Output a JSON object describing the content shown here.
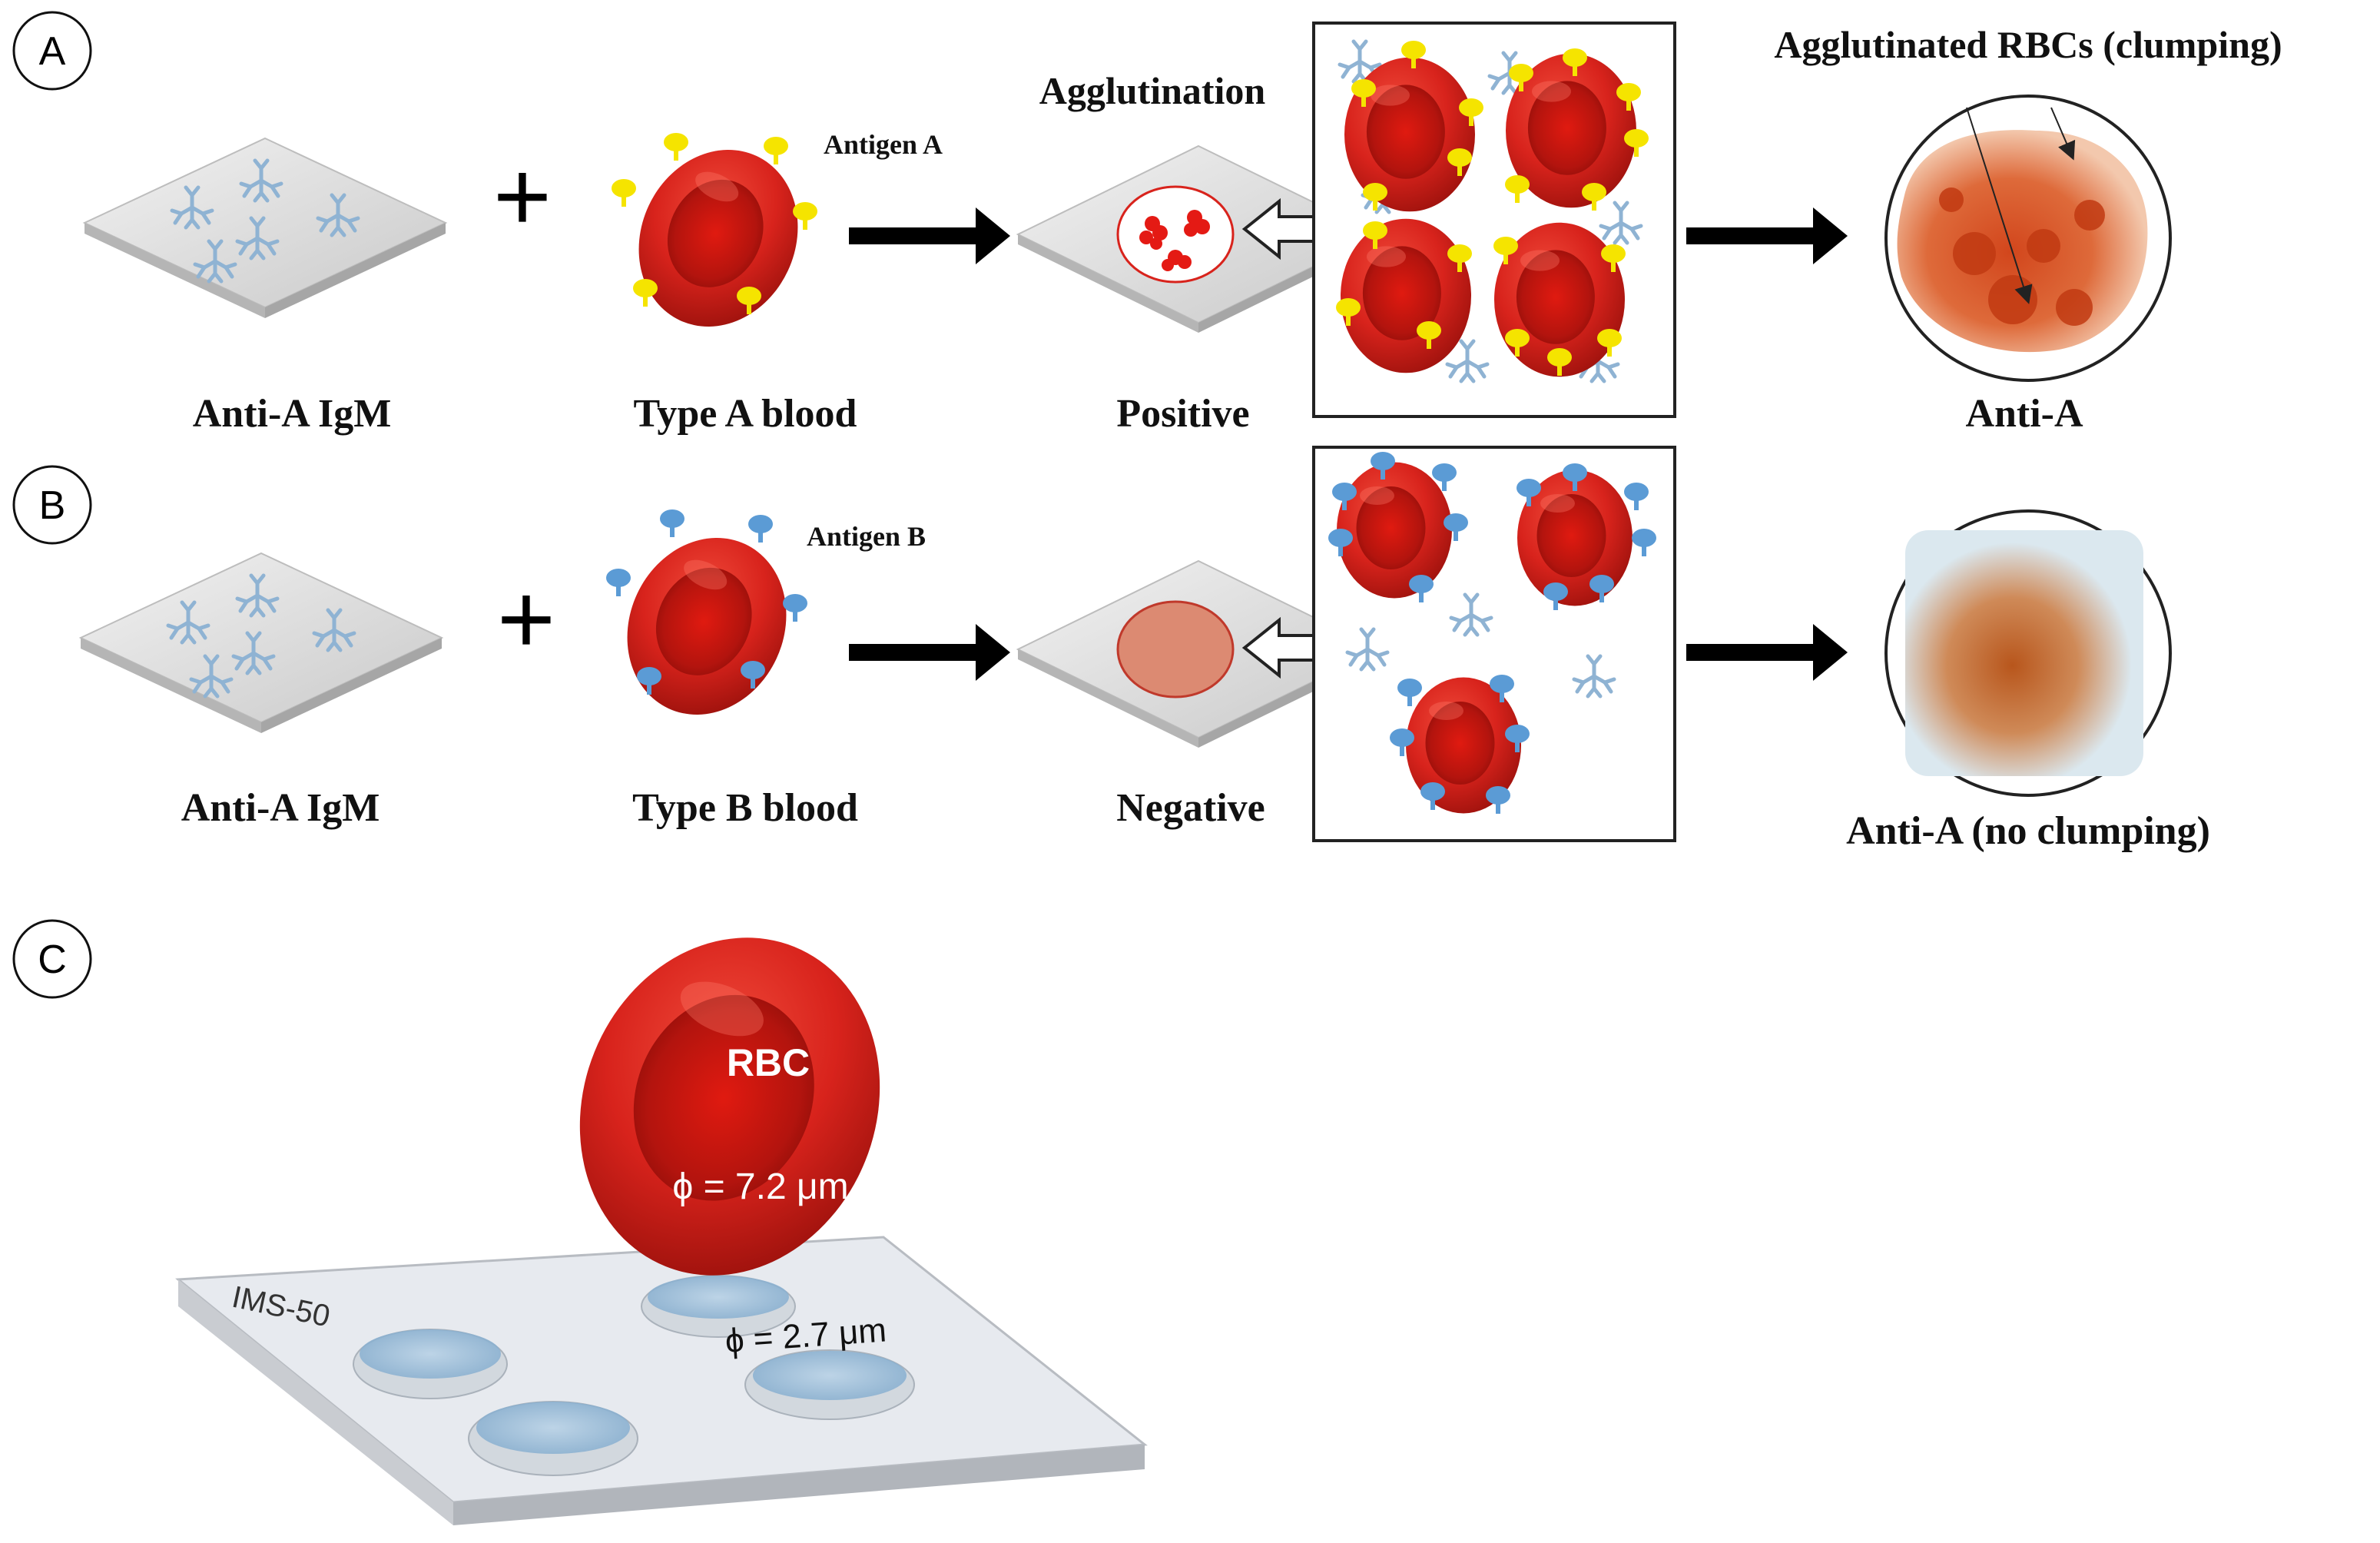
{
  "panels": {
    "a": {
      "letter": "A",
      "reagent_label": "Anti-A IgM",
      "blood_label": "Type A blood",
      "antigen_label": "Antigen A",
      "process_label": "Agglutination",
      "result_label": "Positive",
      "photo_title": "Agglutinated RBCs (clumping)",
      "photo_label": "Anti-A"
    },
    "b": {
      "letter": "B",
      "reagent_label": "Anti-A IgM",
      "blood_label": "Type B blood",
      "antigen_label": "Antigen B",
      "result_label": "Negative",
      "photo_label": "Anti-A (no clumping)"
    },
    "c": {
      "letter": "C",
      "cell_label": "RBC",
      "cell_diameter": "ϕ = 7.2 μm",
      "chip_label": "IMS-50",
      "well_diameter": "ϕ = 2.7 μm"
    }
  },
  "symbols": {
    "plus": "+"
  },
  "colors": {
    "rbc_red": "#d8231c",
    "antigen_a": "#f5e400",
    "antigen_b": "#5b9bd5",
    "antibody": "#8fb3d3",
    "slide": "#d9d9d9",
    "negative_drop": "#dc8a72"
  },
  "icons": [
    "igm-antibody-icon",
    "red-blood-cell-icon",
    "arrow-right-icon",
    "hollow-arrow-left-icon",
    "plus-icon"
  ]
}
